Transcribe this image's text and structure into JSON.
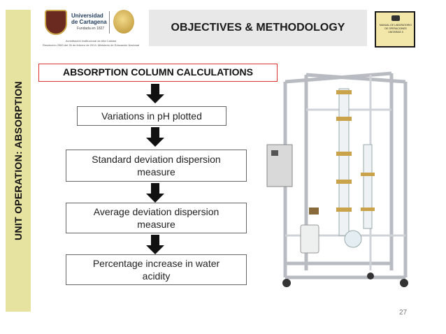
{
  "sidebar": {
    "label": "UNIT OPERATION: ABSORPTION"
  },
  "header": {
    "title": "OBJECTIVES & METHODOLOGY",
    "university_name_line1": "Universidad",
    "university_name_line2": "de Cartagena",
    "founded": "Fundada en 1827",
    "accreditation_line1": "Acreditación Institucional de Alta Calidad",
    "accreditation_line2": "Resolución 2583 del 26 de febrero de 2014. Ministerio de Educación Nacional",
    "manual_text": "MANUAL DE LABORATORIO DE OPERACIONES UNITARIAS II"
  },
  "flow": {
    "title": "ABSORPTION COLUMN CALCULATIONS",
    "steps": [
      {
        "line1": "Variations in pH plotted",
        "line2": ""
      },
      {
        "line1": "Standard deviation dispersion",
        "line2": "measure"
      },
      {
        "line1": "Average deviation dispersion",
        "line2": "measure"
      },
      {
        "line1": "Percentage increase in water",
        "line2": "acidity"
      }
    ]
  },
  "page_number": "27",
  "colors": {
    "sidebar_bg": "#e6e2a0",
    "title_border": "#dd3333",
    "arrow": "#111111"
  },
  "icons": [
    "university-shield-icon",
    "accreditation-seal-icon",
    "down-arrow-icon"
  ]
}
